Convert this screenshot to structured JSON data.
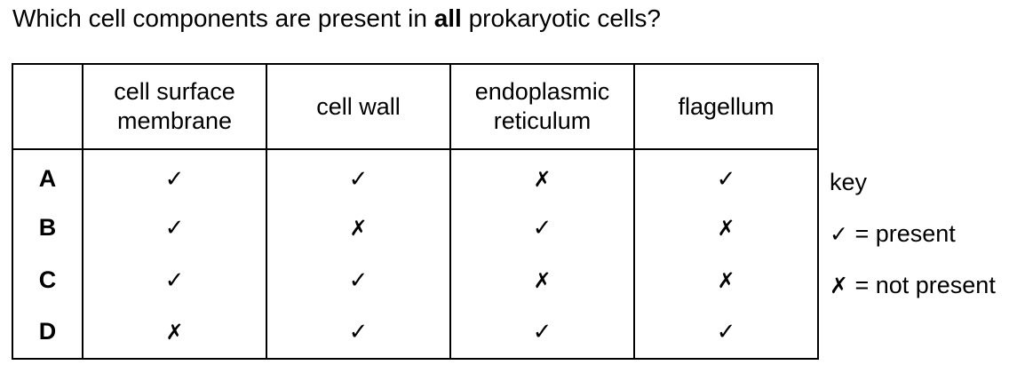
{
  "question": {
    "prefix": "Which cell components are present in ",
    "emphasis": "all",
    "suffix": " prokaryotic cells?"
  },
  "table": {
    "headers": [
      "",
      [
        "cell surface",
        "membrane"
      ],
      [
        "cell wall"
      ],
      [
        "endoplasmic",
        "reticulum"
      ],
      [
        "flagellum"
      ]
    ],
    "rows": [
      {
        "letter": "A",
        "marks": [
          "✓",
          "✓",
          "✗",
          "✓"
        ]
      },
      {
        "letter": "B",
        "marks": [
          "✓",
          "✗",
          "✓",
          "✗"
        ]
      },
      {
        "letter": "C",
        "marks": [
          "✓",
          "✓",
          "✗",
          "✗"
        ]
      },
      {
        "letter": "D",
        "marks": [
          "✗",
          "✓",
          "✓",
          "✓"
        ]
      }
    ]
  },
  "key": {
    "title": "key",
    "present_symbol": "✓",
    "present_text": " = present",
    "absent_symbol": "✗",
    "absent_text": " = not present"
  }
}
